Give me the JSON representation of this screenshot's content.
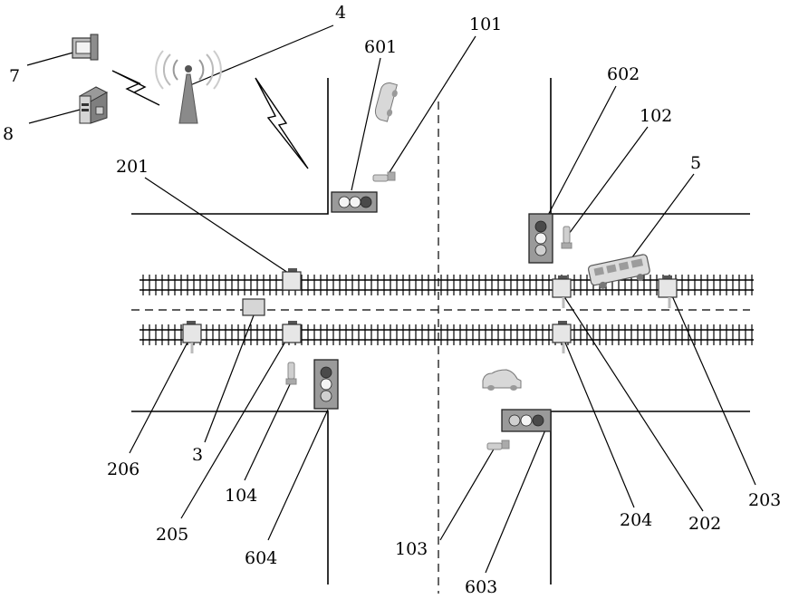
{
  "labels": {
    "antenna": "4",
    "light_601": "601",
    "camera_101": "101",
    "light_602": "602",
    "camera_102": "102",
    "train": "5",
    "terminal": "7",
    "server": "8",
    "sensor_201": "201",
    "sensor_206": "206",
    "unit_3": "3",
    "sensor_205": "205",
    "camera_104": "104",
    "light_604": "604",
    "camera_103": "103",
    "light_603": "603",
    "sensor_204": "204",
    "sensor_202": "202",
    "sensor_203": "203"
  },
  "icons": {
    "terminal": "computer-terminal-icon",
    "server": "server-icon",
    "antenna": "radio-antenna-icon",
    "wireless": "lightning-signal-icon",
    "car": "car-icon",
    "bus": "tram-icon",
    "camera": "camera-icon"
  },
  "colors": {
    "housing": "#9a9a9a",
    "lamp_dark": "#4a4a4a",
    "lamp_lit": "#f4f4f4"
  }
}
